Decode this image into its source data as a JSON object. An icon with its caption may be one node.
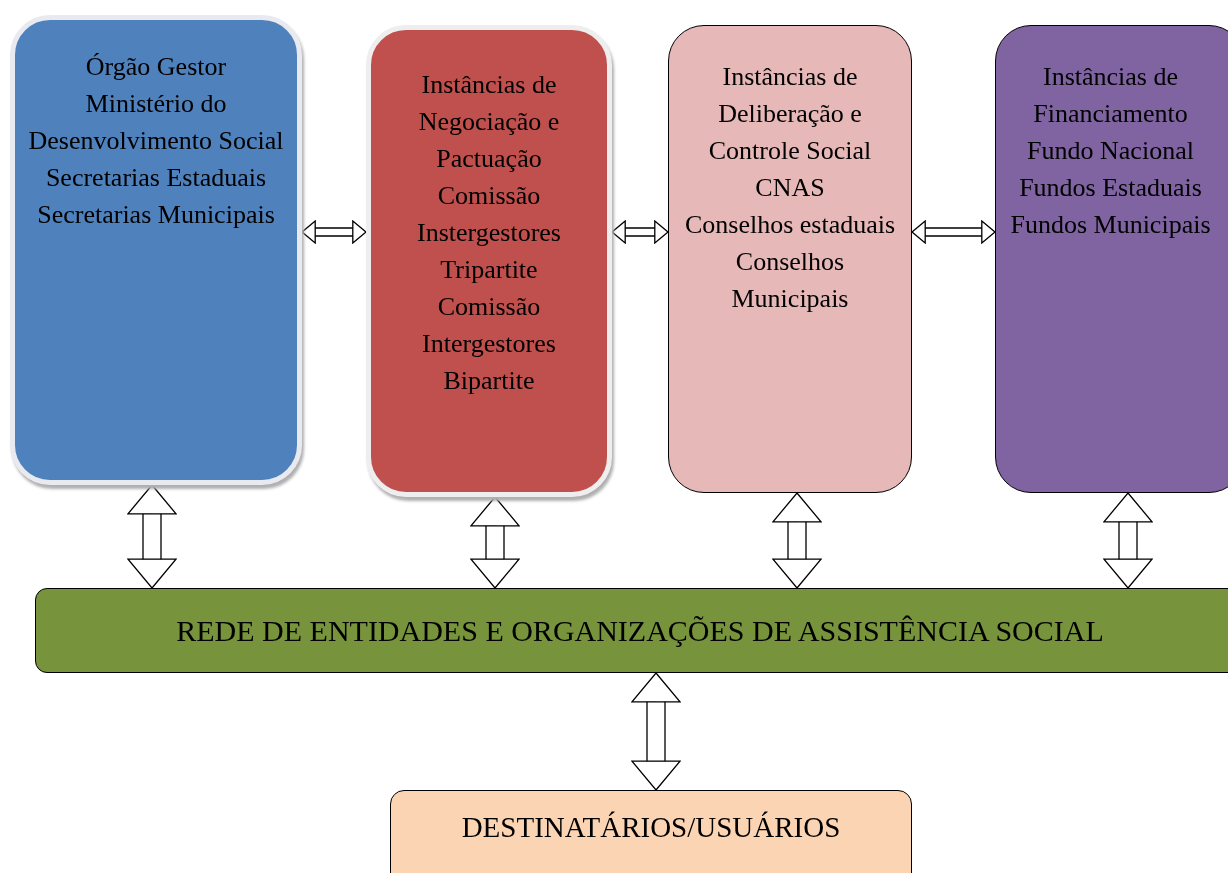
{
  "diagram": {
    "nodes": [
      {
        "text": [
          "Órgão Gestor",
          "Ministério do Desenvolvimento Social",
          "Secretarias Estaduais",
          "Secretarias Municipais"
        ]
      },
      {
        "text": [
          "Instâncias de Negociação e Pactuação",
          "Comissão Instergestores Tripartite",
          "Comissão Intergestores Bipartite"
        ]
      },
      {
        "text": [
          "Instâncias de Deliberação e Controle Social",
          "CNAS",
          "Conselhos estaduais",
          "Conselhos Municipais"
        ]
      },
      {
        "text": [
          "Instâncias de Financiamento",
          "Fundo Nacional",
          "Fundos Estaduais",
          "Fundos Municipais"
        ]
      },
      {
        "text": [
          "REDE DE ENTIDADES E ORGANIZAÇÕES DE ASSISTÊNCIA SOCIAL"
        ]
      },
      {
        "text": [
          "DESTINATÁRIOS/USUÁRIOS"
        ]
      }
    ],
    "edges": [
      {
        "from": 0,
        "to": 1,
        "arrow": "both"
      },
      {
        "from": 1,
        "to": 2,
        "arrow": "both"
      },
      {
        "from": 2,
        "to": 3,
        "arrow": "both"
      },
      {
        "from": 0,
        "to": 4,
        "arrow": "both"
      },
      {
        "from": 1,
        "to": 4,
        "arrow": "both"
      },
      {
        "from": 2,
        "to": 4,
        "arrow": "both"
      },
      {
        "from": 3,
        "to": 4,
        "arrow": "both"
      },
      {
        "from": 4,
        "to": 5,
        "arrow": "both"
      }
    ]
  }
}
